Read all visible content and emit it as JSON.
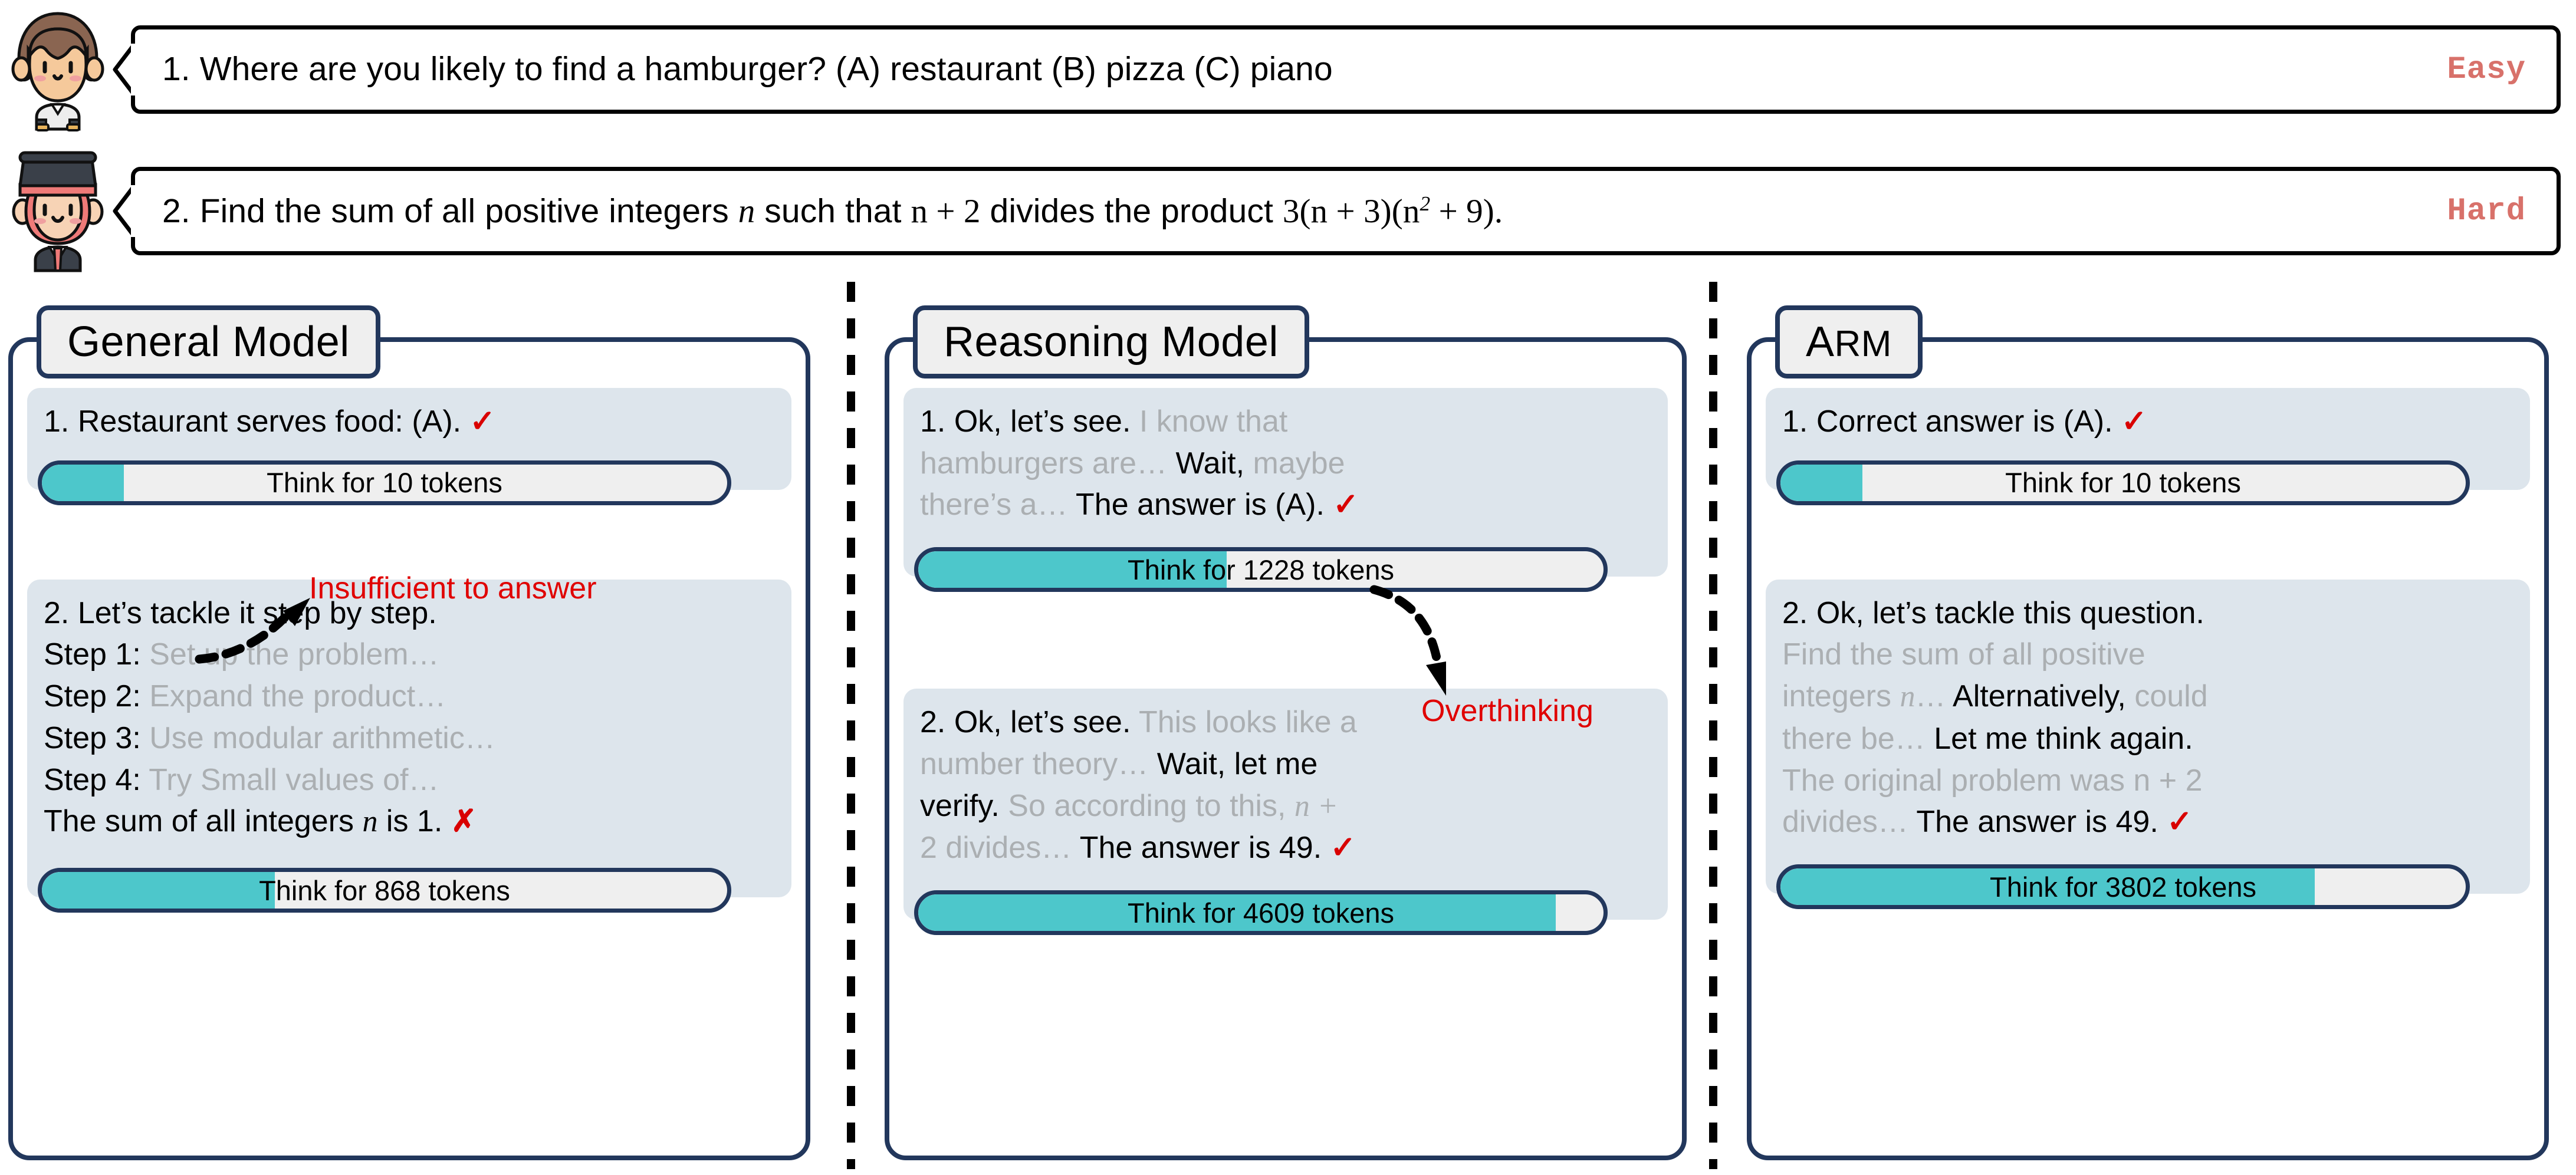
{
  "questions": [
    {
      "avatar": "student-avatar",
      "number": "1.",
      "text": "Where are you likely to find a hamburger? (A) restaurant  (B) pizza  (C) piano",
      "difficulty": "Easy"
    },
    {
      "avatar": "scholar-avatar",
      "number": "2.",
      "text_pre": "Find the sum of all positive integers ",
      "var1": "n",
      "text_mid": " such that ",
      "expr1": "n + 2",
      "text_mid2": " divides the product ",
      "expr2a": "3(n + 3)(n",
      "expr2sup": "2",
      "expr2b": " + 9).",
      "difficulty": "Hard"
    }
  ],
  "columns": [
    {
      "title": "General Model",
      "title_style": "normal",
      "cards": [
        {
          "lines": [
            {
              "parts": [
                {
                  "t": "1. Restaurant serves food: (A). ",
                  "dim": false
                },
                {
                  "t": "✓",
                  "mark": "check"
                }
              ]
            }
          ],
          "think": {
            "label": "Think for 10 tokens",
            "tokens": 10,
            "fill_percent": 12
          }
        },
        {
          "lines": [
            {
              "parts": [
                {
                  "t": "2. Let’s tackle it step by step.",
                  "dim": false
                }
              ]
            },
            {
              "parts": [
                {
                  "t": "Step 1: ",
                  "dim": false
                },
                {
                  "t": "Set up the problem…",
                  "dim": true
                }
              ]
            },
            {
              "parts": [
                {
                  "t": "Step 2: ",
                  "dim": false
                },
                {
                  "t": "Expand the product…",
                  "dim": true
                }
              ]
            },
            {
              "parts": [
                {
                  "t": "Step 3: ",
                  "dim": false
                },
                {
                  "t": "Use modular arithmetic…",
                  "dim": true
                }
              ]
            },
            {
              "parts": [
                {
                  "t": "Step 4: ",
                  "dim": false
                },
                {
                  "t": "Try Small values of…",
                  "dim": true
                }
              ]
            },
            {
              "parts": [
                {
                  "t": "The sum of all integers ",
                  "dim": false
                },
                {
                  "t": "n",
                  "math": true
                },
                {
                  "t": " is 1. ",
                  "dim": false
                },
                {
                  "t": "✗",
                  "mark": "cross"
                }
              ]
            }
          ],
          "think": {
            "label": "Think for 868 tokens",
            "tokens": 868,
            "fill_percent": 34
          }
        }
      ]
    },
    {
      "title": "Reasoning Model",
      "title_style": "normal",
      "cards": [
        {
          "lines": [
            {
              "parts": [
                {
                  "t": "1. Ok, let’s see. ",
                  "dim": false
                },
                {
                  "t": "I know that",
                  "dim": true
                }
              ]
            },
            {
              "parts": [
                {
                  "t": "hamburgers are… ",
                  "dim": true
                },
                {
                  "t": "Wait, ",
                  "dim": false
                },
                {
                  "t": "maybe",
                  "dim": true
                }
              ]
            },
            {
              "parts": [
                {
                  "t": "there’s a… ",
                  "dim": true
                },
                {
                  "t": "The answer is (A). ",
                  "dim": false
                },
                {
                  "t": "✓",
                  "mark": "check"
                }
              ]
            }
          ],
          "think": {
            "label": "Think for 1228 tokens",
            "tokens": 1228,
            "fill_percent": 45
          }
        },
        {
          "lines": [
            {
              "parts": [
                {
                  "t": "2. Ok, let’s see. ",
                  "dim": false
                },
                {
                  "t": "This looks like a",
                  "dim": true
                }
              ]
            },
            {
              "parts": [
                {
                  "t": "number theory… ",
                  "dim": true
                },
                {
                  "t": "Wait, let me",
                  "dim": false
                }
              ]
            },
            {
              "parts": [
                {
                  "t": "verify. ",
                  "dim": false
                },
                {
                  "t": "So according to this, ",
                  "dim": true
                },
                {
                  "t": "n +",
                  "dim": true,
                  "math": true
                }
              ]
            },
            {
              "parts": [
                {
                  "t": "2 divides… ",
                  "dim": true
                },
                {
                  "t": "The answer is 49. ",
                  "dim": false
                },
                {
                  "t": "✓",
                  "mark": "check"
                }
              ]
            }
          ],
          "think": {
            "label": "Think for 4609 tokens",
            "tokens": 4609,
            "fill_percent": 93
          }
        }
      ]
    },
    {
      "title": "ARM",
      "title_style": "smallcaps",
      "cards": [
        {
          "lines": [
            {
              "parts": [
                {
                  "t": "1. Correct answer is (A). ",
                  "dim": false
                },
                {
                  "t": "✓",
                  "mark": "check"
                }
              ]
            }
          ],
          "think": {
            "label": "Think for 10 tokens",
            "tokens": 10,
            "fill_percent": 12
          }
        },
        {
          "lines": [
            {
              "parts": [
                {
                  "t": "2. Ok, let’s tackle this question.",
                  "dim": false
                }
              ]
            },
            {
              "parts": [
                {
                  "t": "Find the sum of all positive",
                  "dim": true
                }
              ]
            },
            {
              "parts": [
                {
                  "t": "integers ",
                  "dim": true
                },
                {
                  "t": "n",
                  "dim": true,
                  "math": true
                },
                {
                  "t": "… ",
                  "dim": true
                },
                {
                  "t": "Alternatively, ",
                  "dim": false
                },
                {
                  "t": "could",
                  "dim": true
                }
              ]
            },
            {
              "parts": [
                {
                  "t": "there be… ",
                  "dim": true
                },
                {
                  "t": "Let me think again.",
                  "dim": false
                }
              ]
            },
            {
              "parts": [
                {
                  "t": "The original problem was  ",
                  "dim": true
                },
                {
                  "t": "n + 2",
                  "dim": true,
                  "math": true
                }
              ]
            },
            {
              "parts": [
                {
                  "t": "divides… ",
                  "dim": true
                },
                {
                  "t": "The answer is 49. ",
                  "dim": false
                },
                {
                  "t": "✓",
                  "mark": "check"
                }
              ]
            }
          ],
          "think": {
            "label": "Think for 3802 tokens",
            "tokens": 3802,
            "fill_percent": 78
          }
        }
      ]
    }
  ],
  "annotations": [
    {
      "id": "insufficient",
      "text": "Insufficient to answer",
      "color": "#E00000"
    },
    {
      "id": "overthinking",
      "text": "Overthinking",
      "color": "#E00000"
    }
  ],
  "colors": {
    "accent_teal": "#4DC7CB",
    "panel_border_navy": "#22375C",
    "card_bg": "#DDE5EC",
    "title_bg": "#EFEFEF",
    "dim_text": "#ABAFB2",
    "mark_red": "#D90000",
    "badge_salmon": "#D8716A"
  }
}
